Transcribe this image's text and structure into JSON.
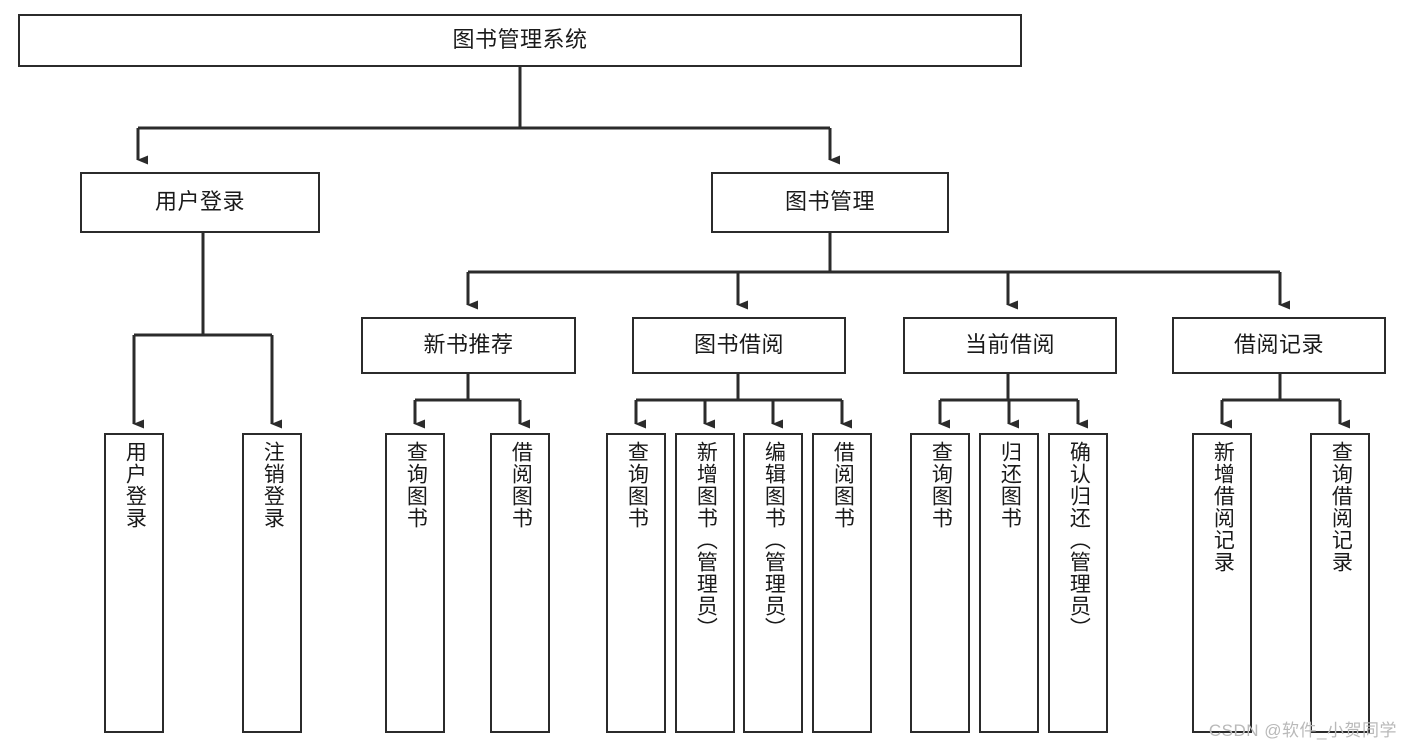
{
  "diagram": {
    "title": "图书管理系统",
    "type": "tree-hierarchy-chart",
    "watermark": "CSDN @软件_小贺同学",
    "colors": {
      "box_border": "#2b2b2b",
      "box_fill": "#ffffff",
      "edge": "#2b2b2b",
      "text": "#1a1a1a",
      "watermark": "#b9b9b9",
      "background": "#ffffff"
    },
    "nodes": {
      "root": {
        "label": "图书管理系统"
      },
      "level2": [
        {
          "id": "user-login",
          "label": "用户登录"
        },
        {
          "id": "book-management",
          "label": "图书管理"
        }
      ],
      "level3": [
        {
          "id": "new-book-recommend",
          "label": "新书推荐"
        },
        {
          "id": "book-borrow",
          "label": "图书借阅"
        },
        {
          "id": "current-borrow",
          "label": "当前借阅"
        },
        {
          "id": "borrow-record",
          "label": "借阅记录"
        }
      ],
      "leaves": {
        "user_login": [
          {
            "id": "leaf-user-login",
            "label": "用户登录"
          },
          {
            "id": "leaf-logout-login",
            "label": "注销登录"
          }
        ],
        "new_book_recommend": [
          {
            "id": "leaf-query-book-1",
            "label": "查询图书"
          },
          {
            "id": "leaf-borrow-book-1",
            "label": "借阅图书"
          }
        ],
        "book_borrow": [
          {
            "id": "leaf-query-book-2",
            "label": "查询图书"
          },
          {
            "id": "leaf-add-book",
            "label": "新增图书（管理员）"
          },
          {
            "id": "leaf-edit-book",
            "label": "编辑图书（管理员）"
          },
          {
            "id": "leaf-borrow-book-2",
            "label": "借阅图书"
          }
        ],
        "current_borrow": [
          {
            "id": "leaf-query-book-3",
            "label": "查询图书"
          },
          {
            "id": "leaf-return-book",
            "label": "归还图书"
          },
          {
            "id": "leaf-confirm-return",
            "label": "确认归还（管理员）"
          }
        ],
        "borrow_record": [
          {
            "id": "leaf-add-record",
            "label": "新增借阅记录"
          },
          {
            "id": "leaf-query-record",
            "label": "查询借阅记录"
          }
        ]
      }
    }
  }
}
